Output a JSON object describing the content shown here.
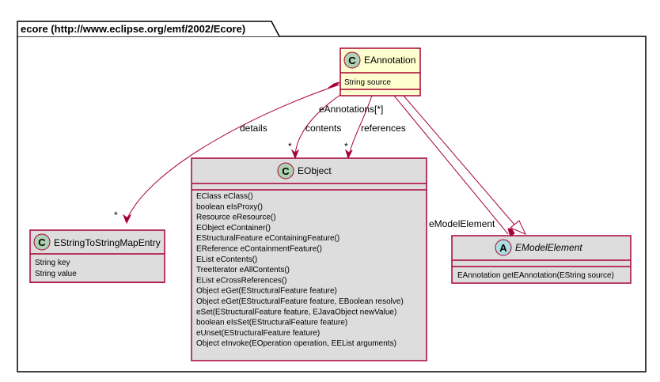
{
  "package": {
    "title": "ecore (http://www.eclipse.org/emf/2002/Ecore)"
  },
  "colors": {
    "class_border": "#A80036",
    "edge": "#A80036",
    "eannotation_fill": "#FEFECE",
    "default_fill": "#DDDDDD",
    "class_icon": "#ADD1B2",
    "abstract_icon": "#A9DCDF"
  },
  "classes": {
    "eannotation": {
      "stereotype_letter": "C",
      "name": "EAnnotation",
      "attributes": [
        "String source"
      ],
      "operations": []
    },
    "eobject": {
      "stereotype_letter": "C",
      "name": "EObject",
      "attributes": [],
      "operations": [
        "EClass eClass()",
        "boolean eIsProxy()",
        "Resource eResource()",
        "EObject eContainer()",
        "EStructuralFeature eContainingFeature()",
        "EReference eContainmentFeature()",
        "EList eContents()",
        "TreeIterator eAllContents()",
        "EList eCrossReferences()",
        "Object eGet(EStructuralFeature feature)",
        "Object eGet(EStructuralFeature feature, EBoolean resolve)",
        "eSet(EStructuralFeature feature, EJavaObject newValue)",
        "boolean eIsSet(EStructuralFeature feature)",
        "eUnset(EStructuralFeature feature)",
        "Object eInvoke(EOperation operation, EEList arguments)"
      ]
    },
    "estringmap": {
      "stereotype_letter": "C",
      "name": "EStringToStringMapEntry",
      "attributes": [
        "String key",
        "String value"
      ],
      "operations": []
    },
    "emodelelement": {
      "stereotype_letter": "A",
      "name": "EModelElement",
      "attributes": [],
      "operations": [
        "EAnnotation getEAnnotation(EString source)"
      ]
    }
  },
  "edges": {
    "details": {
      "label": "details",
      "multiplicity": "*"
    },
    "contents": {
      "label": "contents",
      "multiplicity": "*"
    },
    "references": {
      "label": "references",
      "multiplicity": "*"
    },
    "eannotations": {
      "label": "eAnnotations[*]"
    },
    "emodelelement": {
      "label": "eModelElement"
    }
  }
}
